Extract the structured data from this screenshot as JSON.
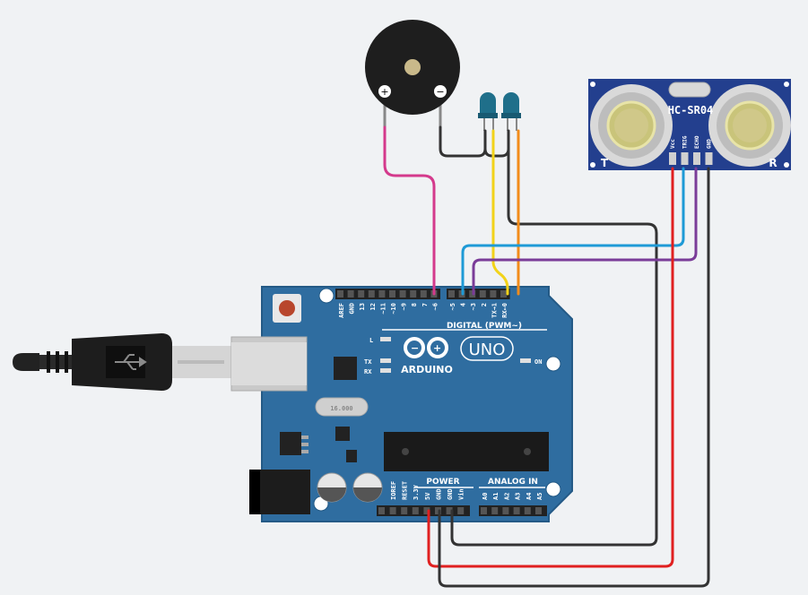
{
  "colors": {
    "background": "#f0f2f4",
    "board": "#2f6da0",
    "board_edge": "#245a86",
    "wire_pink": "#d43a8c",
    "wire_yellow": "#f2d31a",
    "wire_orange": "#f28c1a",
    "wire_blue": "#1e9ad6",
    "wire_purple": "#7a3c98",
    "wire_red": "#e02020",
    "wire_black": "#333333",
    "led": "#1f6f8a",
    "sensor": "#233f8e"
  },
  "components": {
    "buzzer": {
      "plus": "+",
      "minus": "−"
    },
    "sensor": {
      "model": "HC-SR04",
      "pins": [
        "Vcc",
        "TRIG",
        "ECHO",
        "GND"
      ],
      "left_letter": "T",
      "right_letter": "R"
    },
    "arduino": {
      "brand": "ARDUINO",
      "model": "UNO",
      "digital_label": "DIGITAL (PWM~)",
      "power_label": "POWER",
      "analog_label": "ANALOG IN",
      "on_label": "ON",
      "led_labels": [
        "L",
        "TX",
        "RX"
      ],
      "crystal": "16.000",
      "top_pins": [
        "AREF",
        "GND",
        "13",
        "12",
        "~11",
        "~10",
        "~9",
        "8",
        "7",
        "~6",
        "~5",
        "4",
        "~3",
        "2",
        "TX→1",
        "RX←0"
      ],
      "power_pins": [
        "IOREF",
        "RESET",
        "3.3V",
        "5V",
        "GND",
        "GND",
        "Vin"
      ],
      "analog_pins": [
        "A0",
        "A1",
        "A2",
        "A3",
        "A4",
        "A5"
      ]
    }
  }
}
